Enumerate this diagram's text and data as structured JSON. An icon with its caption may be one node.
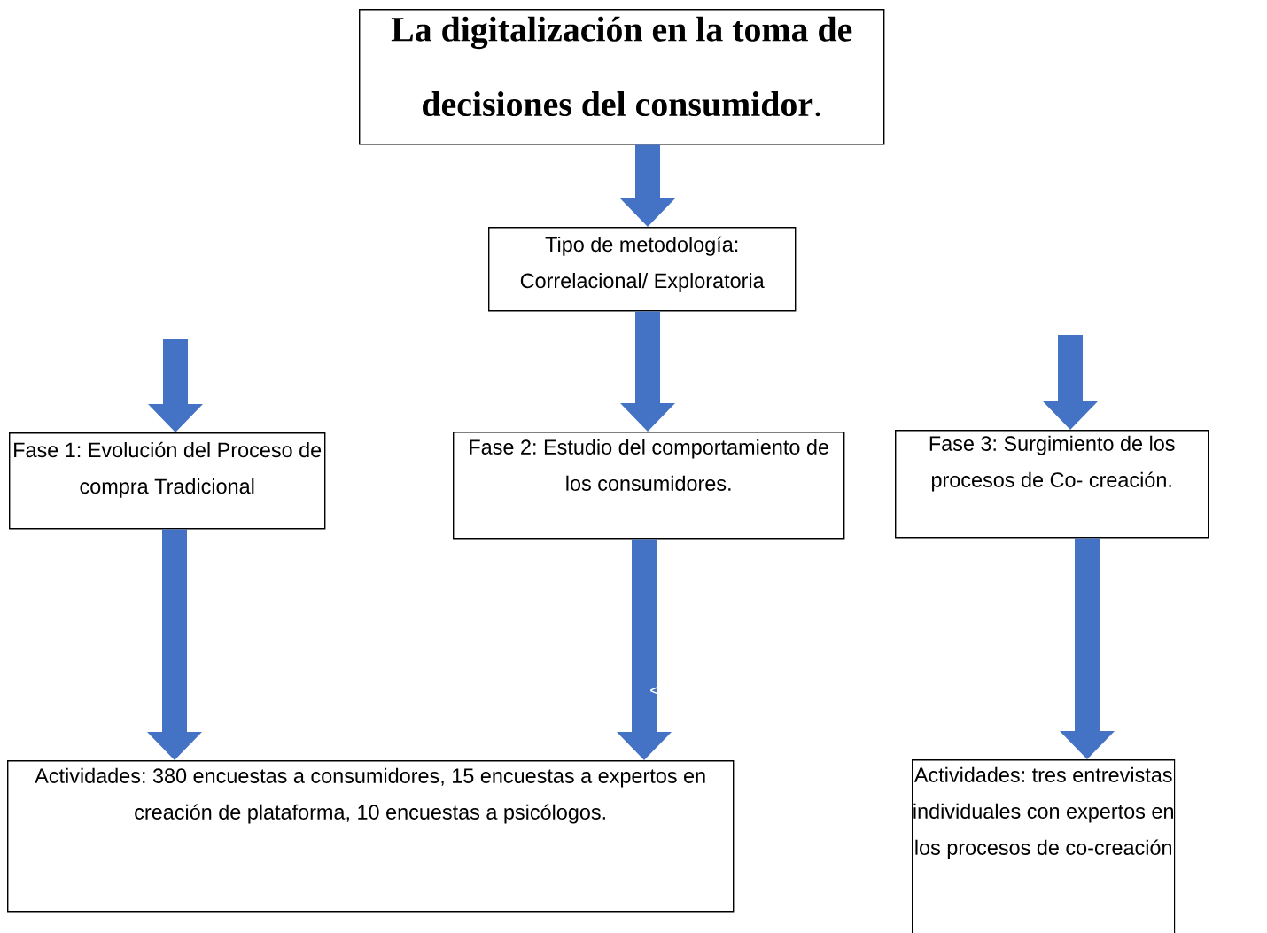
{
  "diagram": {
    "nodes": [
      {
        "text": [
          "**La digitalización en la toma de decisiones del consumidor**."
        ]
      },
      {
        "text": [
          "Tipo de metodología: Correlacional/ Exploratoria"
        ]
      },
      {
        "text": [
          "Fase 1: Evolución del Proceso de compra Tradicional"
        ]
      },
      {
        "text": [
          "Fase 2: Estudio del comportamiento de los consumidores."
        ]
      },
      {
        "text": [
          "Fase 3: Surgimiento de los procesos de Co- creación."
        ]
      },
      {
        "text": [
          "Actividades: 380 encuestas a consumidores, 15 encuestas a expertos en creación de plataforma, 10 encuestas a psicólogos."
        ]
      },
      {
        "text": [
          "Actividades: tres entrevistas individuales con expertos en los procesos de co-creación"
        ]
      }
    ],
    "edges": [
      {
        "from": 0,
        "to": 1,
        "arrow": "to"
      },
      {
        "from": null,
        "to": 2,
        "arrow": "to"
      },
      {
        "from": 1,
        "to": 3,
        "arrow": "to"
      },
      {
        "from": null,
        "to": 4,
        "arrow": "to"
      },
      {
        "from": 2,
        "to": 5,
        "arrow": "to"
      },
      {
        "from": 3,
        "to": 5,
        "arrow": "to"
      },
      {
        "from": 4,
        "to": 6,
        "arrow": "to"
      }
    ],
    "labels": [
      "<"
    ]
  }
}
